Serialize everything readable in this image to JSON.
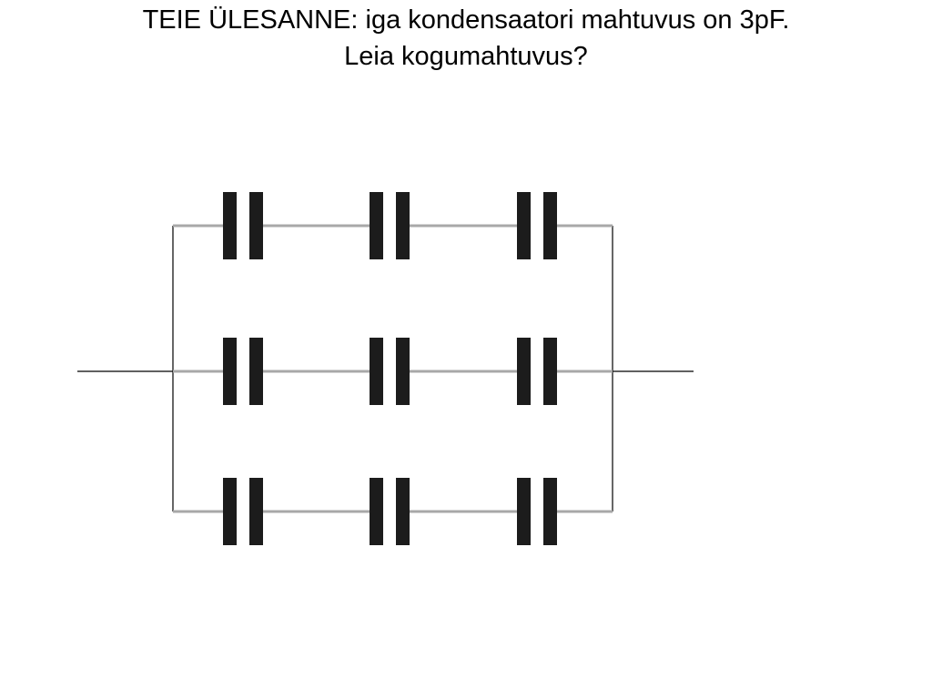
{
  "title": {
    "line1": "TEIE ÜLESANNE: iga kondensaatori mahtuvus on 3pF.",
    "line2": "Leia kogumahtuvus?"
  },
  "circuit": {
    "rows": [
      {
        "capacitors": [
          "capacitor",
          "capacitor",
          "capacitor"
        ]
      },
      {
        "capacitors": [
          "capacitor",
          "capacitor",
          "capacitor"
        ]
      },
      {
        "capacitors": [
          "capacitor",
          "capacitor",
          "capacitor"
        ]
      }
    ],
    "colors": {
      "plate": "#1c1c1c",
      "branch_wire": "#a8a8a8",
      "main_wire": "#000000"
    }
  }
}
